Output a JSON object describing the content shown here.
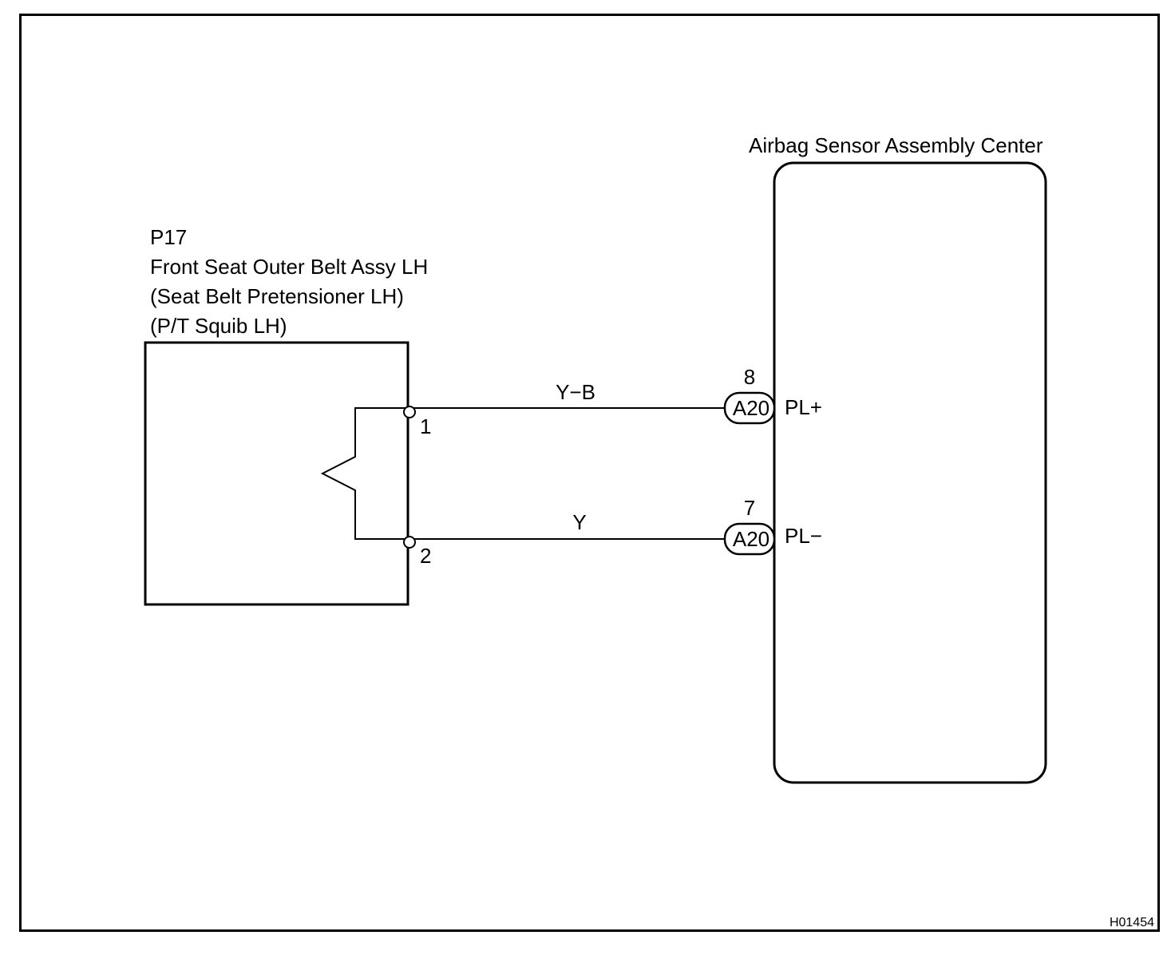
{
  "component_left": {
    "code": "P17",
    "name": "Front Seat Outer Belt Assy LH",
    "sub1": "(Seat Belt Pretensioner LH)",
    "sub2": "(P/T Squib LH)",
    "pin1": "1",
    "pin2": "2"
  },
  "component_right": {
    "name": "Airbag Sensor Assembly Center"
  },
  "wires": [
    {
      "color": "Y−B",
      "connector": "A20",
      "pin": "8",
      "terminal": "PL+"
    },
    {
      "color": "Y",
      "connector": "A20",
      "pin": "7",
      "terminal": "PL−"
    }
  ],
  "figure_id": "H01454"
}
